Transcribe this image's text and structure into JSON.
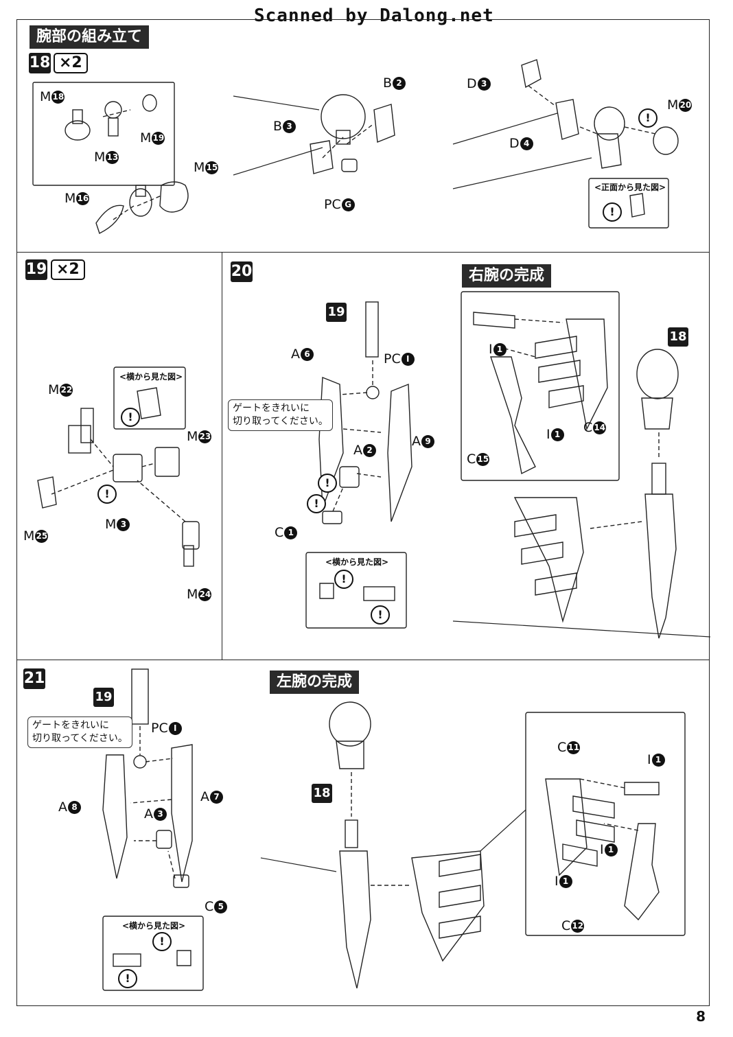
{
  "scan_credit": "Scanned by Dalong.net",
  "page_number": "8",
  "sections": {
    "arm_assembly_title": "腕部の組み立て",
    "right_arm_complete": "右腕の完成",
    "left_arm_complete": "左腕の完成"
  },
  "steps": {
    "s18": {
      "num": "18",
      "qty": "×2"
    },
    "s19": {
      "num": "19",
      "qty": "×2"
    },
    "s20": {
      "num": "20"
    },
    "s21": {
      "num": "21"
    }
  },
  "sub_refs": {
    "r18a": "18",
    "r18b": "18",
    "r19a": "19",
    "r19b": "19"
  },
  "side_views": {
    "front_view": "<正面から見た図>",
    "side_view_19": "<横から見た図>",
    "side_view_20": "<横から見た図>",
    "side_view_21": "<横から見た図>"
  },
  "notes": {
    "gate_cut_20_line1": "ゲートをきれいに",
    "gate_cut_20_line2": "切り取ってください。",
    "gate_cut_21_line1": "ゲートをきれいに",
    "gate_cut_21_line2": "切り取ってください。"
  },
  "parts": {
    "s18": [
      {
        "runner": "M",
        "num": "18"
      },
      {
        "runner": "M",
        "num": "19"
      },
      {
        "runner": "M",
        "num": "13"
      },
      {
        "runner": "M",
        "num": "15"
      },
      {
        "runner": "M",
        "num": "16"
      },
      {
        "runner": "B",
        "num": "2"
      },
      {
        "runner": "B",
        "num": "3"
      },
      {
        "runner": "PC",
        "num": "G"
      },
      {
        "runner": "D",
        "num": "3"
      },
      {
        "runner": "D",
        "num": "4"
      },
      {
        "runner": "M",
        "num": "20"
      }
    ],
    "s19": [
      {
        "runner": "M",
        "num": "22"
      },
      {
        "runner": "M",
        "num": "23"
      },
      {
        "runner": "M",
        "num": "3"
      },
      {
        "runner": "M",
        "num": "25"
      },
      {
        "runner": "M",
        "num": "24"
      }
    ],
    "s20": [
      {
        "runner": "A",
        "num": "6"
      },
      {
        "runner": "PC",
        "num": "I"
      },
      {
        "runner": "A",
        "num": "9"
      },
      {
        "runner": "A",
        "num": "2"
      },
      {
        "runner": "C",
        "num": "1"
      }
    ],
    "right_arm": [
      {
        "runner": "I",
        "num": "1"
      },
      {
        "runner": "I",
        "num": "1"
      },
      {
        "runner": "C",
        "num": "14"
      },
      {
        "runner": "C",
        "num": "15"
      }
    ],
    "s21": [
      {
        "runner": "PC",
        "num": "I"
      },
      {
        "runner": "A",
        "num": "8"
      },
      {
        "runner": "A",
        "num": "7"
      },
      {
        "runner": "A",
        "num": "3"
      },
      {
        "runner": "C",
        "num": "5"
      }
    ],
    "left_arm": [
      {
        "runner": "C",
        "num": "11"
      },
      {
        "runner": "I",
        "num": "1"
      },
      {
        "runner": "I",
        "num": "1"
      },
      {
        "runner": "I",
        "num": "1"
      },
      {
        "runner": "C",
        "num": "12"
      }
    ]
  },
  "warning_glyph": "!",
  "colors": {
    "ink": "#111111",
    "header_bg": "#2b2b2b",
    "paper": "#ffffff"
  }
}
